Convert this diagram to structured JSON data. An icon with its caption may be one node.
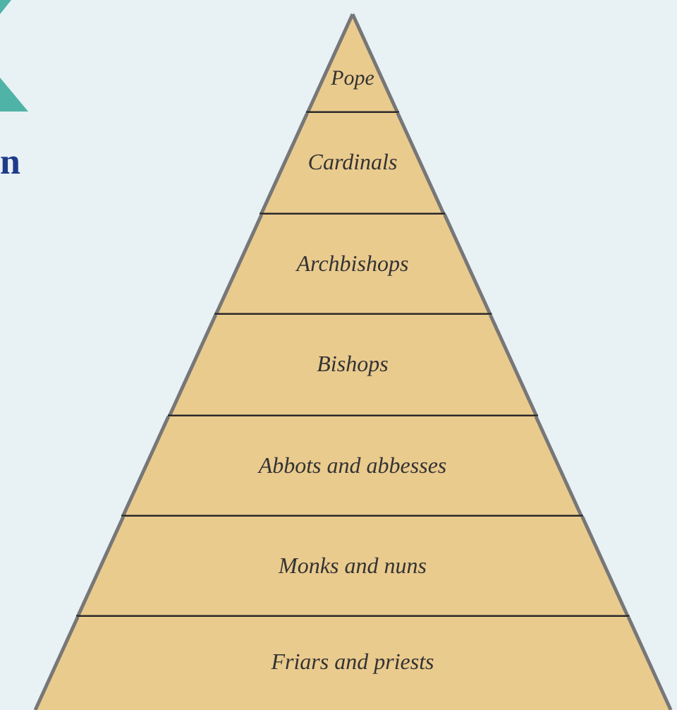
{
  "diagram": {
    "nodes": [
      {
        "text": [
          "Pope"
        ]
      },
      {
        "text": [
          "Cardinals"
        ]
      },
      {
        "text": [
          "Archbishops"
        ]
      },
      {
        "text": [
          "Bishops"
        ]
      },
      {
        "text": [
          "Abbots and abbesses"
        ]
      },
      {
        "text": [
          "Monks and nuns"
        ]
      },
      {
        "text": [
          "Friars and priests"
        ]
      }
    ],
    "labels": [
      "n"
    ]
  }
}
